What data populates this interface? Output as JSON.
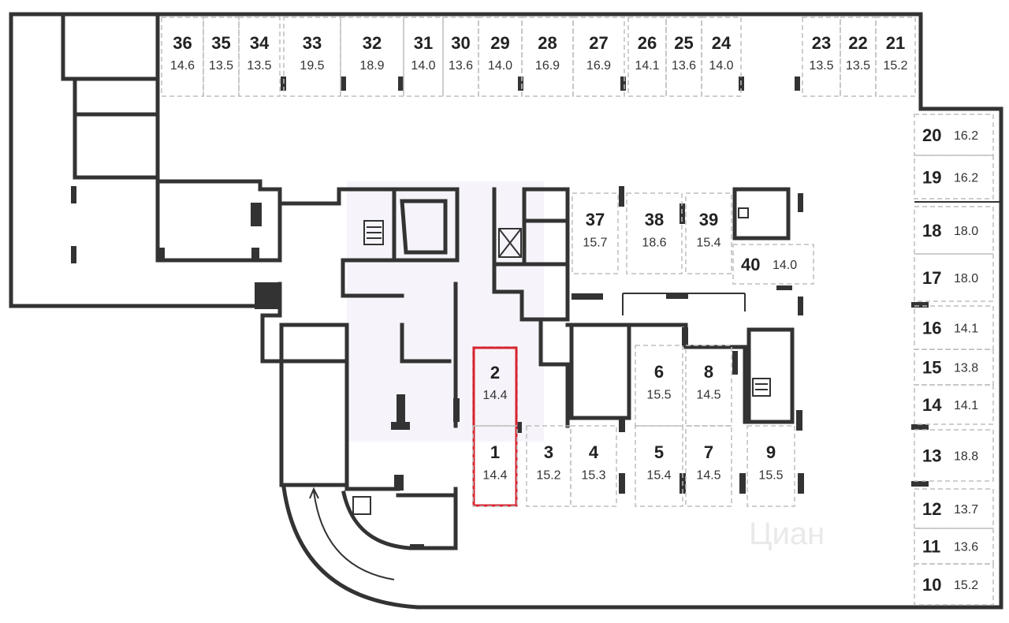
{
  "plan": {
    "watermark": "Циан"
  },
  "spots": [
    {
      "num": "36",
      "area": "14.6"
    },
    {
      "num": "35",
      "area": "13.5"
    },
    {
      "num": "34",
      "area": "13.5"
    },
    {
      "num": "33",
      "area": "19.5"
    },
    {
      "num": "32",
      "area": "18.9"
    },
    {
      "num": "31",
      "area": "14.0"
    },
    {
      "num": "30",
      "area": "13.6"
    },
    {
      "num": "29",
      "area": "14.0"
    },
    {
      "num": "28",
      "area": "16.9"
    },
    {
      "num": "27",
      "area": "16.9"
    },
    {
      "num": "26",
      "area": "14.1"
    },
    {
      "num": "25",
      "area": "13.6"
    },
    {
      "num": "24",
      "area": "14.0"
    },
    {
      "num": "23",
      "area": "13.5"
    },
    {
      "num": "22",
      "area": "13.5"
    },
    {
      "num": "21",
      "area": "15.2"
    },
    {
      "num": "20",
      "area": "16.2"
    },
    {
      "num": "19",
      "area": "16.2"
    },
    {
      "num": "18",
      "area": "18.0"
    },
    {
      "num": "17",
      "area": "18.0"
    },
    {
      "num": "16",
      "area": "14.1"
    },
    {
      "num": "15",
      "area": "13.8"
    },
    {
      "num": "14",
      "area": "14.1"
    },
    {
      "num": "13",
      "area": "18.8"
    },
    {
      "num": "12",
      "area": "13.7"
    },
    {
      "num": "11",
      "area": "13.6"
    },
    {
      "num": "10",
      "area": "15.2"
    },
    {
      "num": "37",
      "area": "15.7"
    },
    {
      "num": "38",
      "area": "18.6"
    },
    {
      "num": "39",
      "area": "15.4"
    },
    {
      "num": "40",
      "area": "14.0"
    },
    {
      "num": "2",
      "area": "14.4"
    },
    {
      "num": "1",
      "area": "14.4"
    },
    {
      "num": "3",
      "area": "15.2"
    },
    {
      "num": "4",
      "area": "15.3"
    },
    {
      "num": "6",
      "area": "15.5"
    },
    {
      "num": "8",
      "area": "14.5"
    },
    {
      "num": "5",
      "area": "15.4"
    },
    {
      "num": "7",
      "area": "14.5"
    },
    {
      "num": "9",
      "area": "15.5"
    }
  ],
  "selected_spot": "1"
}
